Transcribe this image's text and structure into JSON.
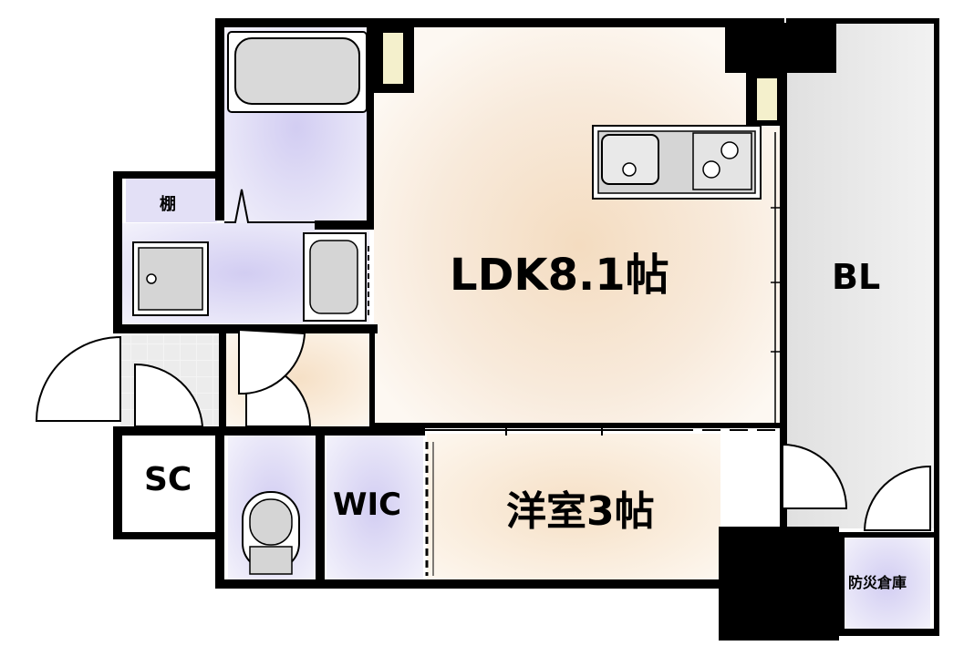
{
  "floor_plan": {
    "rooms": {
      "ldk": "LDK8.1帖",
      "yoshitsu": "洋室3帖",
      "balcony": "BL",
      "wic": "WIC",
      "sc": "SC",
      "shelf": "棚",
      "disaster_storage": "防災倉庫"
    },
    "colors": {
      "wall": "#000000",
      "living_floor": "#f6e6d2",
      "wet_area": "#dcd8f4",
      "balcony": "#e3e3e3",
      "fixture": "#d7d7d7"
    }
  }
}
